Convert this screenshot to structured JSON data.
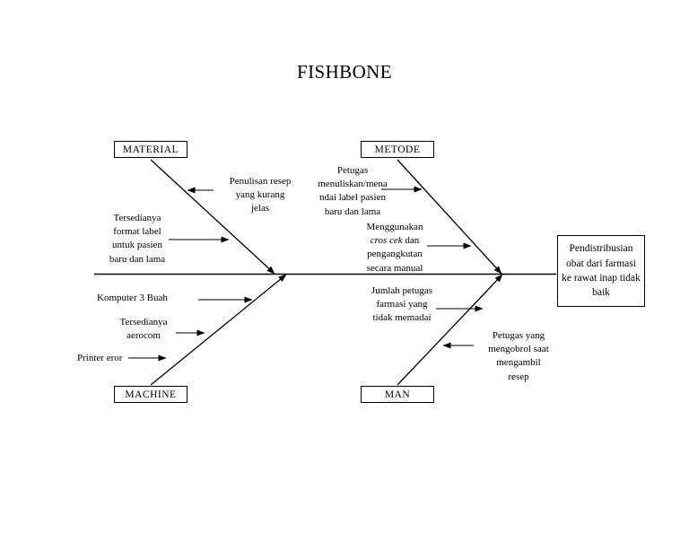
{
  "page": {
    "title": "FISHBONE"
  },
  "effect": {
    "label": "Pendistribusian obat dari farmasi ke rawat inap tidak baik"
  },
  "categories": [
    {
      "id": "material",
      "label": "MATERIAL"
    },
    {
      "id": "metode",
      "label": "METODE"
    },
    {
      "id": "machine",
      "label": "MACHINE"
    },
    {
      "id": "man",
      "label": "MAN"
    }
  ],
  "causes": {
    "material": [
      {
        "id": "penulisan",
        "label": "Penulisan resep\nyang kurang\njelas"
      },
      {
        "id": "tersedianya_format",
        "label": "Tersedianya\nformat  label\nuntuk pasien\nbaru dan lama"
      }
    ],
    "metode": [
      {
        "id": "petugas_menuliskan",
        "label": "Petugas\nmenuliskan/mena\nndai label pasien\nbaru dan lama"
      },
      {
        "id": "menggunakan",
        "label_before": "Menggunakan\n",
        "label_italic": "cros cek",
        "label_after": " dan\npengangkutan\nsecara manual"
      }
    ],
    "machine": [
      {
        "id": "komputer",
        "label": "Komputer 3 Buah"
      },
      {
        "id": "aerocom",
        "label": "Tersedianya\naerocom"
      },
      {
        "id": "printer",
        "label": "Printer eror"
      }
    ],
    "man": [
      {
        "id": "jumlah",
        "label": "Jumlah petugas\nfarmasi  yang\ntidak memadai"
      },
      {
        "id": "mengobrol",
        "label": "Petugas yang\nmengobrol saat\nmengambil\nresep"
      }
    ]
  },
  "colors": {
    "line": "#000000",
    "background": "#ffffff",
    "text": "#000000"
  }
}
